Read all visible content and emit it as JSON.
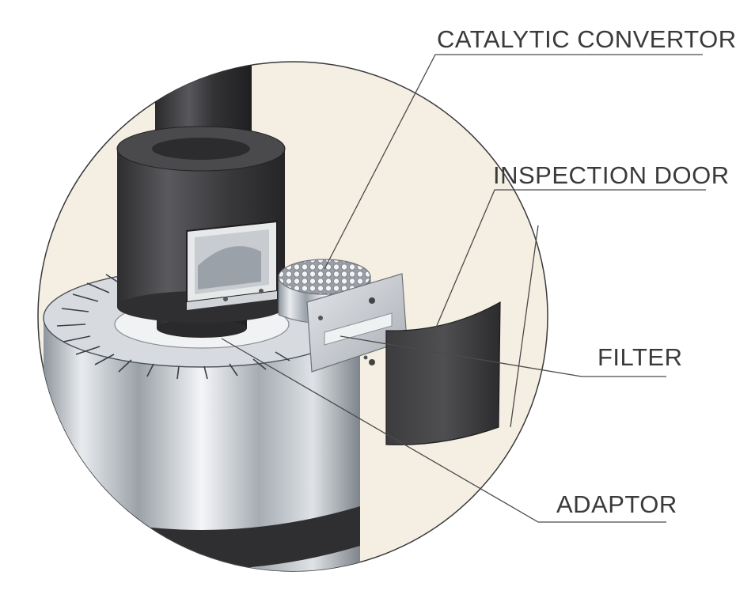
{
  "labels": {
    "catalytic_convertor": "CATALYTIC CONVERTOR",
    "inspection_door": "INSPECTION DOOR",
    "filter": "FILTER",
    "adaptor": "ADAPTOR"
  },
  "colors": {
    "background_circle": "#f5efe3",
    "dark_metal": "#3c3c3e",
    "steel": "#c9ccd1",
    "leader_line": "#4a4a4a"
  }
}
